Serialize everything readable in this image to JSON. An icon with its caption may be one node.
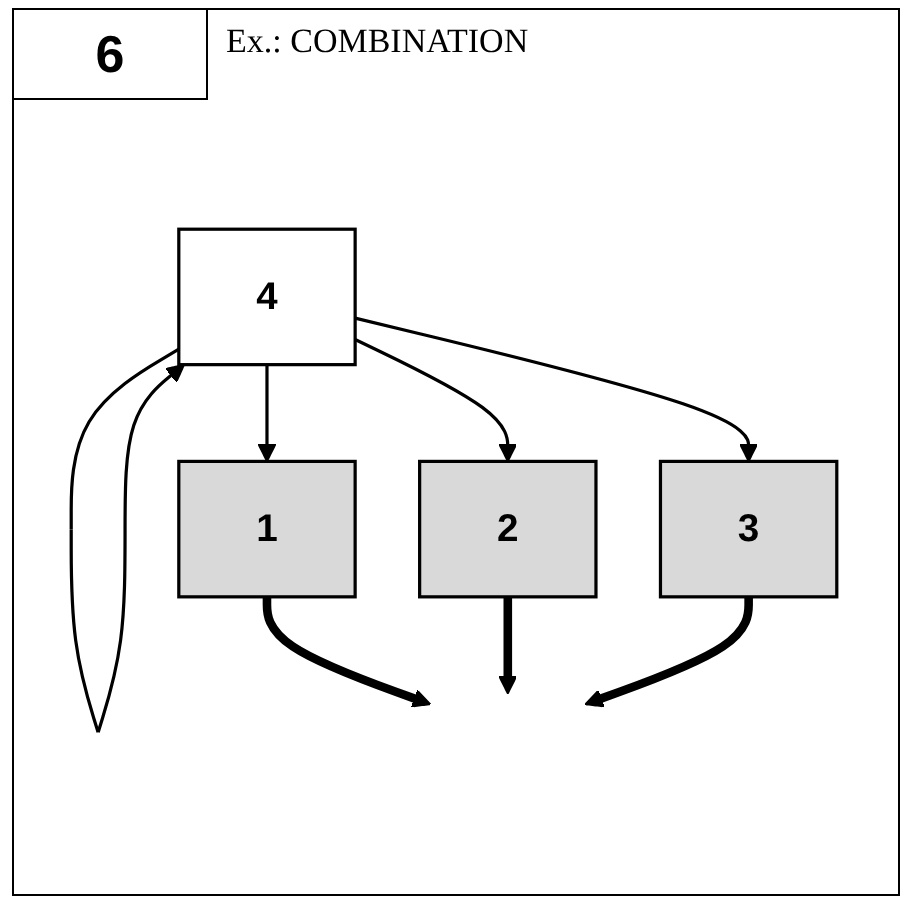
{
  "diagram": {
    "title": "Ex.: COMBINATION",
    "nodes": [
      {
        "text": [
          "4"
        ]
      },
      {
        "text": [
          "1"
        ]
      },
      {
        "text": [
          "2"
        ]
      },
      {
        "text": [
          "3"
        ]
      }
    ],
    "edges": [
      {
        "from": 0,
        "to": 0,
        "arrow": "to"
      },
      {
        "from": 0,
        "to": 1,
        "arrow": "to"
      },
      {
        "from": 0,
        "to": 2,
        "arrow": "to"
      },
      {
        "from": 0,
        "to": 3,
        "arrow": "to"
      },
      {
        "from": 1,
        "to": null,
        "arrow": "to",
        "style": "thick"
      },
      {
        "from": 2,
        "to": null,
        "arrow": "to",
        "style": "thick"
      },
      {
        "from": 3,
        "to": null,
        "arrow": "to",
        "style": "thick"
      }
    ],
    "labels": [
      "6"
    ]
  }
}
